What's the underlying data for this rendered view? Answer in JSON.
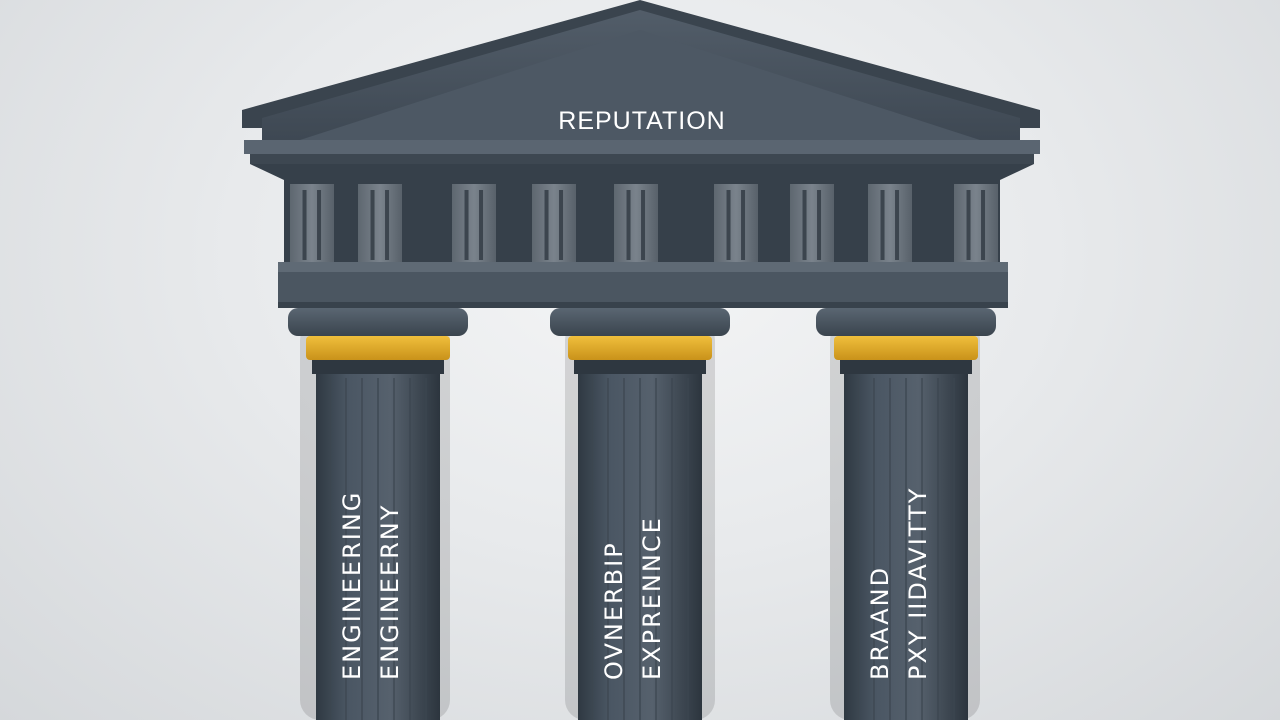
{
  "pediment": {
    "label": "REPUTATION"
  },
  "columns": [
    {
      "lines": [
        "ENGINEERING",
        "ENGINEERNY"
      ]
    },
    {
      "lines": [
        "OVNERBIP",
        "EXPRENNCE"
      ]
    },
    {
      "lines": [
        "BRAAND",
        "PXY  IIDAVITTY"
      ]
    }
  ],
  "colors": {
    "stone": "#4a5663",
    "stone_dark": "#333d47",
    "stone_light": "#6c7680",
    "gold_band": "#e6b02a",
    "background": "#e8eaec"
  }
}
